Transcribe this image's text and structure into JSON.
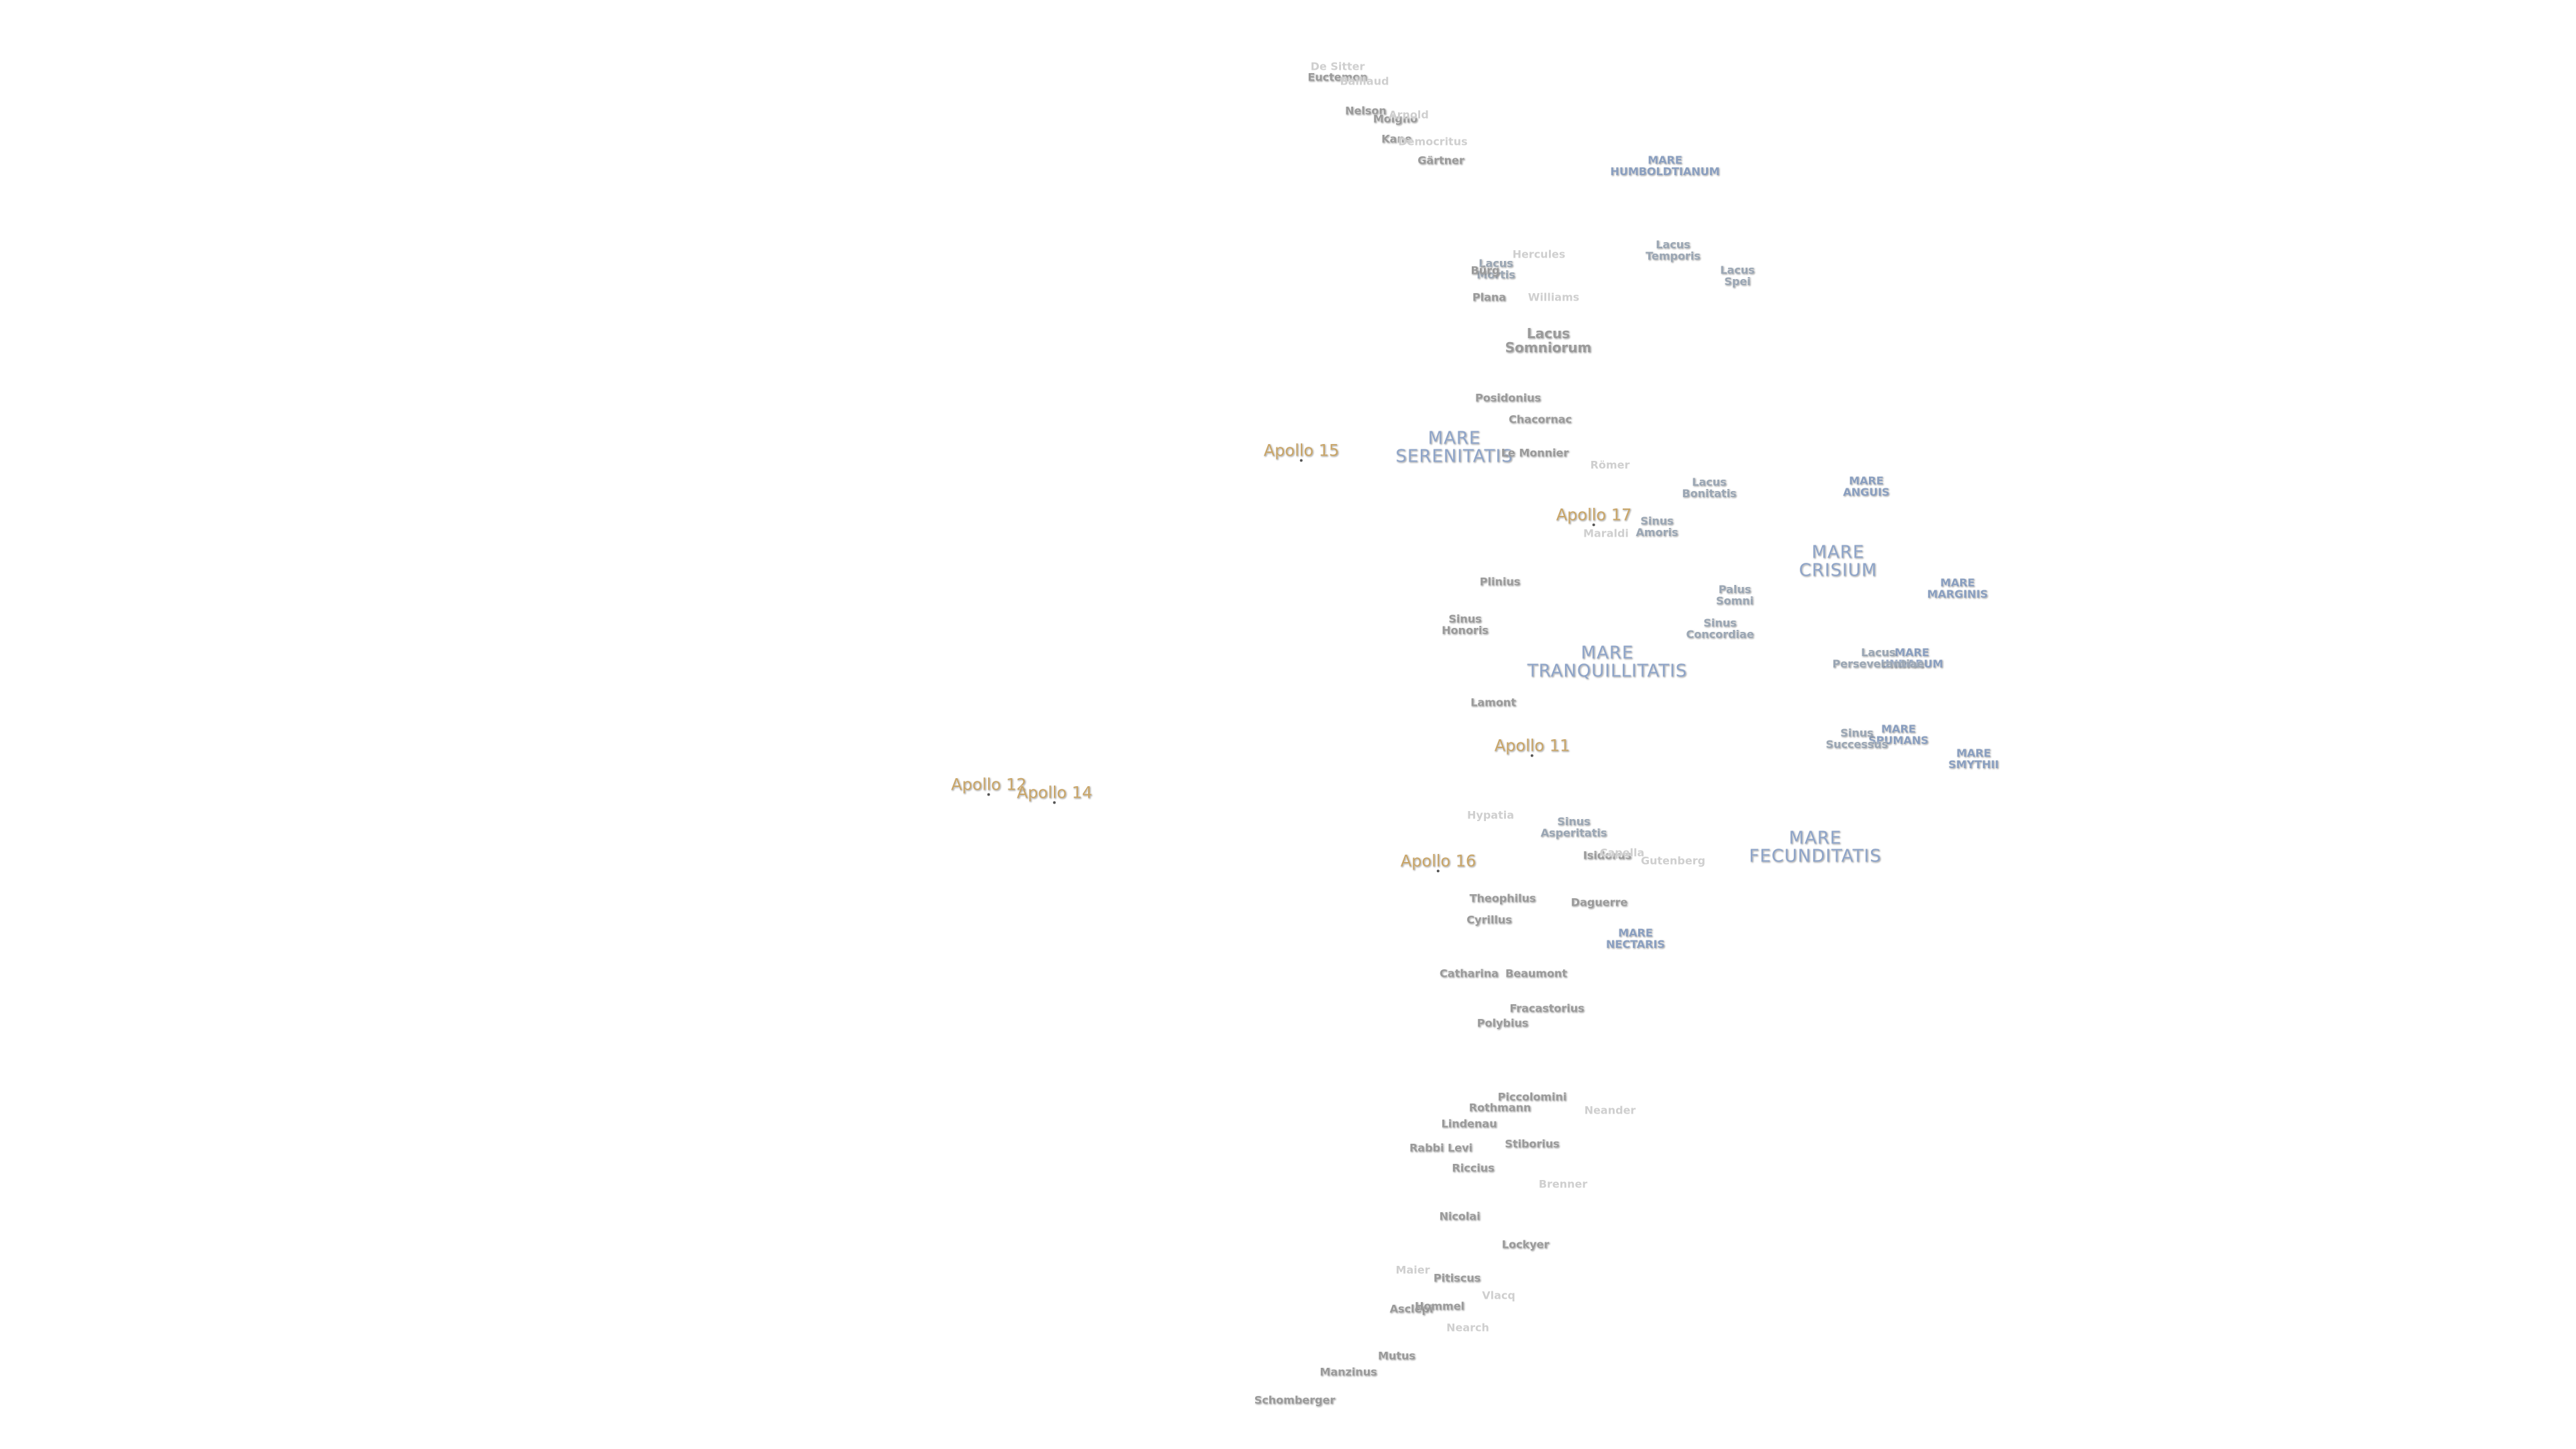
{
  "maria": [
    {
      "id": "humboldtianum",
      "line1": "MARE",
      "line2": "HUMBOLDTIANUM"
    },
    {
      "id": "serenitatis",
      "line1": "MARE",
      "line2": "SERENITATIS"
    },
    {
      "id": "anguis",
      "line1": "MARE",
      "line2": "ANGUIS"
    },
    {
      "id": "crisium",
      "line1": "MARE",
      "line2": "CRISIUM"
    },
    {
      "id": "marginis",
      "line1": "MARE",
      "line2": "MARGINIS"
    },
    {
      "id": "tranquillitatis",
      "line1": "MARE",
      "line2": "TRANQUILLITATIS"
    },
    {
      "id": "undarum",
      "line1": "MARE",
      "line2": "UNDARUM"
    },
    {
      "id": "spumans",
      "line1": "MARE",
      "line2": "SPUMANS"
    },
    {
      "id": "smythii",
      "line1": "MARE",
      "line2": "SMYTHII"
    },
    {
      "id": "fecunditatis",
      "line1": "MARE",
      "line2": "FECUNDITATIS"
    },
    {
      "id": "nectaris",
      "line1": "MARE",
      "line2": "NECTARIS"
    }
  ],
  "lakes": [
    {
      "id": "temporis",
      "line1": "Lacus",
      "line2": "Temporis"
    },
    {
      "id": "spei",
      "line1": "Lacus",
      "line2": "Spei"
    },
    {
      "id": "mortis",
      "line1": "Lacus",
      "line2": "Mortis"
    },
    {
      "id": "somniorum",
      "line1": "Lacus",
      "line2": "Somniorum"
    },
    {
      "id": "bonitatis",
      "line1": "Lacus",
      "line2": "Bonitatis"
    },
    {
      "id": "amoris",
      "line1": "Sinus",
      "line2": "Amoris"
    },
    {
      "id": "somni",
      "line1": "Palus",
      "line2": "Somni"
    },
    {
      "id": "honoris",
      "line1": "Sinus",
      "line2": "Honoris"
    },
    {
      "id": "concordiae",
      "line1": "Sinus",
      "line2": "Concordiae"
    },
    {
      "id": "perseverantiae",
      "line1": "Lacus",
      "line2": "Perseverantiae"
    },
    {
      "id": "successus",
      "line1": "Sinus",
      "line2": "Successus"
    },
    {
      "id": "asperitatis",
      "line1": "Sinus",
      "line2": "Asperitatis"
    }
  ],
  "craters": [
    {
      "id": "de-sitter",
      "name": "De Sitter",
      "tone": "faint"
    },
    {
      "id": "euctemon",
      "name": "Euctemon",
      "tone": "dark"
    },
    {
      "id": "baillaud",
      "name": "Baillaud",
      "tone": "faint"
    },
    {
      "id": "nelson",
      "name": "Nelson",
      "tone": "dark"
    },
    {
      "id": "moigno",
      "name": "Moigno",
      "tone": "dark"
    },
    {
      "id": "arnold",
      "name": "Arnold",
      "tone": "faint"
    },
    {
      "id": "kane",
      "name": "Kane",
      "tone": "dark"
    },
    {
      "id": "democritus",
      "name": "Democritus",
      "tone": "faint"
    },
    {
      "id": "gartner",
      "name": "Gärtner",
      "tone": "dark"
    },
    {
      "id": "hercules",
      "name": "Hercules",
      "tone": "faint"
    },
    {
      "id": "burg",
      "name": "Bürg",
      "tone": "dark"
    },
    {
      "id": "plana",
      "name": "Plana",
      "tone": "dark"
    },
    {
      "id": "williams",
      "name": "Williams",
      "tone": "faint"
    },
    {
      "id": "posidonius",
      "name": "Posidonius",
      "tone": "dark"
    },
    {
      "id": "chacornac",
      "name": "Chacornac",
      "tone": "dark"
    },
    {
      "id": "le-monnier",
      "name": "Le Monnier",
      "tone": "dark"
    },
    {
      "id": "romer",
      "name": "Römer",
      "tone": "faint"
    },
    {
      "id": "maraldi",
      "name": "Maraldi",
      "tone": "faint"
    },
    {
      "id": "plinius",
      "name": "Plinius",
      "tone": "dark"
    },
    {
      "id": "lamont",
      "name": "Lamont",
      "tone": "dark"
    },
    {
      "id": "hypatia",
      "name": "Hypatia",
      "tone": "faint"
    },
    {
      "id": "isidorus",
      "name": "Isidorus",
      "tone": "dark"
    },
    {
      "id": "capella",
      "name": "Capella",
      "tone": "faint"
    },
    {
      "id": "gutenberg",
      "name": "Gutenberg",
      "tone": "faint"
    },
    {
      "id": "theophilus",
      "name": "Theophilus",
      "tone": "dark"
    },
    {
      "id": "daguerre",
      "name": "Daguerre",
      "tone": "dark"
    },
    {
      "id": "cyrillus",
      "name": "Cyrillus",
      "tone": "dark"
    },
    {
      "id": "catharina",
      "name": "Catharina",
      "tone": "dark"
    },
    {
      "id": "beaumont",
      "name": "Beaumont",
      "tone": "dark"
    },
    {
      "id": "fracastorius",
      "name": "Fracastorius",
      "tone": "dark"
    },
    {
      "id": "polybius",
      "name": "Polybius",
      "tone": "dark"
    },
    {
      "id": "piccolomini",
      "name": "Piccolomini",
      "tone": "dark"
    },
    {
      "id": "rothmann",
      "name": "Rothmann",
      "tone": "dark"
    },
    {
      "id": "neander",
      "name": "Neander",
      "tone": "faint"
    },
    {
      "id": "lindenau",
      "name": "Lindenau",
      "tone": "dark"
    },
    {
      "id": "rabbi-levi",
      "name": "Rabbi Levi",
      "tone": "dark"
    },
    {
      "id": "stiborius",
      "name": "Stiborius",
      "tone": "dark"
    },
    {
      "id": "riccius",
      "name": "Riccius",
      "tone": "dark"
    },
    {
      "id": "brenner",
      "name": "Brenner",
      "tone": "faint"
    },
    {
      "id": "nicolai",
      "name": "Nicolai",
      "tone": "dark"
    },
    {
      "id": "lockyer",
      "name": "Lockyer",
      "tone": "dark"
    },
    {
      "id": "maier",
      "name": "Maier",
      "tone": "faint"
    },
    {
      "id": "pitiscus",
      "name": "Pitiscus",
      "tone": "dark"
    },
    {
      "id": "vlacq",
      "name": "Vlacq",
      "tone": "faint"
    },
    {
      "id": "asclepi",
      "name": "Asclepi",
      "tone": "dark"
    },
    {
      "id": "hommel",
      "name": "Hommel",
      "tone": "dark"
    },
    {
      "id": "nearch",
      "name": "Nearch",
      "tone": "faint"
    },
    {
      "id": "mutus",
      "name": "Mutus",
      "tone": "dark"
    },
    {
      "id": "manzinus",
      "name": "Manzinus",
      "tone": "dark"
    },
    {
      "id": "schomberger",
      "name": "Schomberger",
      "tone": "dark"
    }
  ],
  "apollo_sites": [
    {
      "id": "apollo-15",
      "name": "Apollo 15"
    },
    {
      "id": "apollo-17",
      "name": "Apollo 17"
    },
    {
      "id": "apollo-11",
      "name": "Apollo 11"
    },
    {
      "id": "apollo-12",
      "name": "Apollo 12"
    },
    {
      "id": "apollo-14",
      "name": "Apollo 14"
    },
    {
      "id": "apollo-16",
      "name": "Apollo 16"
    }
  ],
  "colors": {
    "background": "#ffffff",
    "mare_label": "#8ea4c8",
    "crater_label": "#9a9a9a",
    "faint_label": "#cfcfcf",
    "apollo_label": "#c9a567"
  }
}
